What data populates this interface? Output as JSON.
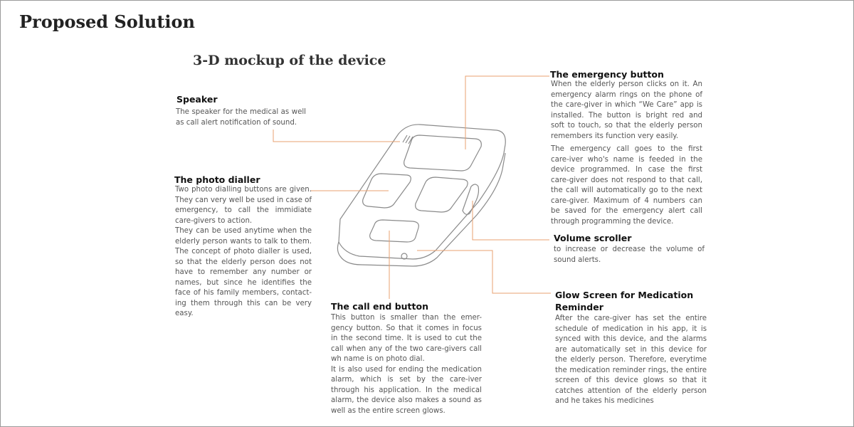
{
  "page": {
    "title": "Proposed Solution",
    "subtitle": "3-D mockup of the device"
  },
  "speaker": {
    "heading": "Speaker",
    "text": "The speaker for the medical as well as call alert notification of sound."
  },
  "photo_dialler": {
    "heading": "The photo dialler",
    "paragraphs": [
      "Two photo dialling buttons are given. They can very well be used in case of emergency, to call the immidiate care-givers to action.",
      "They can be used anytime when the elderly person wants to talk to them. The concept of photo dialler is used, so that the elderly person does not have to remember any number or names, but since he identifies the face of his family members, contact-ing them through this can be very easy."
    ]
  },
  "call_end": {
    "heading": "The call end button",
    "paragraphs": [
      "This button is smaller than the emer-gency button. So that it comes in focus in the second time. It is used to cut the call when any of the two care-givers call wh name is on photo dial.",
      "It is also used for ending the medication alarm, which is set by the care-iver through his application. In the medical alarm, the device also makes a sound as well as the entire screen glows."
    ]
  },
  "emergency": {
    "heading": "The emergency button",
    "paragraphs": [
      "When the elderly person clicks on it. An emergency alarm rings on the phone of the care-giver in which “We Care” app is installed. The button is bright red and soft to touch, so that the elderly person remembers its function very easily.",
      "The emergency call goes to the first care-iver who's name is feeded in the device programmed. In case the first care-giver does not respond to that call, the call will automatically go to the next care-giver. Maximum of 4 numbers can be saved for the emergency alert call through programming the device."
    ]
  },
  "volume": {
    "heading": "Volume scroller",
    "text": "to increase or decrease the volume of sound alerts."
  },
  "glow": {
    "heading": "Glow Screen for Medication Reminder",
    "text": "After the care-giver has set the entire schedule of medication in his app, it is synced with this device, and the alarms are automatically set in this device for the elderly person. Therefore, everytime the medication reminder rings, the entire screen of this device glows so that it catches attention of the elderly person and he takes his medicines"
  },
  "colors": {
    "leader_line": "#e8a070",
    "device_outline": "#8a8a8a"
  }
}
